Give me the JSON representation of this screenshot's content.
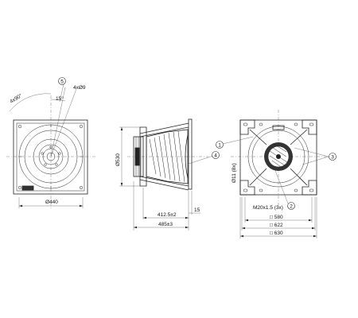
{
  "views": {
    "front": {
      "angle_label": "4x90°",
      "angle_small_label": "15°",
      "hole_label": "4xØ9",
      "width_label": "Ø440",
      "callouts": [
        "5"
      ]
    },
    "side": {
      "diameter_label": "Ø530",
      "dim_412": "412.5±2",
      "dim_485": "485±3",
      "dim_15": "15",
      "callouts": [
        "4"
      ]
    },
    "rear": {
      "slot_label": "Ø11 (8x)",
      "thread_label": "M20x1.5 (3x)",
      "dim_580": "□ 580",
      "dim_622": "□ 622",
      "dim_630": "□ 630",
      "callouts": [
        "1",
        "2",
        "3"
      ]
    }
  }
}
